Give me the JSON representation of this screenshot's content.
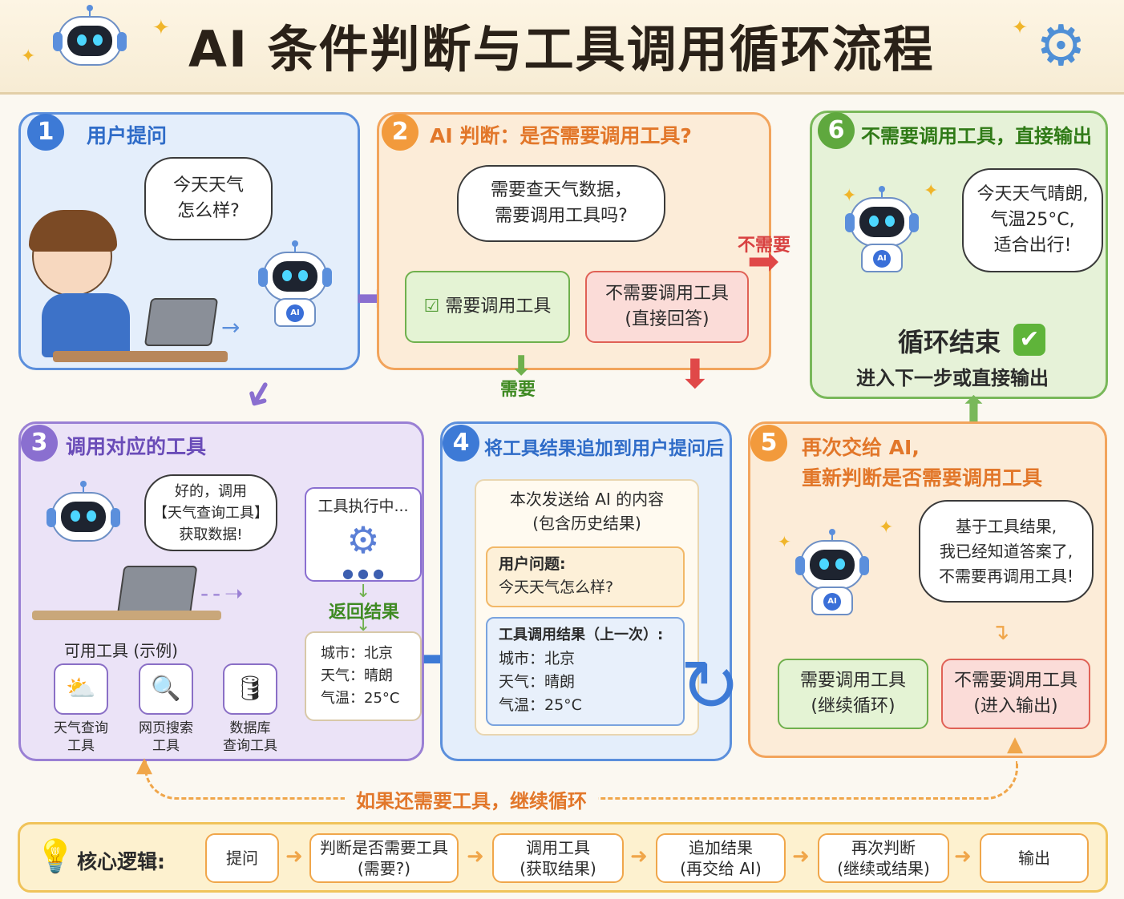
{
  "title": "AI 条件判断与工具调用循环流程",
  "colors": {
    "blue": "#5b8fdc",
    "orange": "#f2a45c",
    "green": "#79b85a",
    "purple": "#9a80d4",
    "red": "#e06156"
  },
  "panel1": {
    "number": "1",
    "title": "用户提问",
    "bubble": [
      "今天天气",
      "怎么样?"
    ],
    "robot_chip": "AI"
  },
  "panel2": {
    "number": "2",
    "title": "AI 判断：是否需要调用工具?",
    "bubble": [
      "需要查天气数据，",
      "需要调用工具吗?"
    ],
    "yes_box": "需要调用工具",
    "no_box": [
      "不需要调用工具",
      "(直接回答)"
    ],
    "yes_label": "需要",
    "no_label": "不需要"
  },
  "panel6": {
    "number": "6",
    "title": "不需要调用工具，直接输出",
    "bubble": [
      "今天天气晴朗,",
      "气温25°C,",
      "适合出行!"
    ],
    "end_title": "循环结束",
    "end_sub": "进入下一步或直接输出",
    "robot_chip": "AI"
  },
  "panel3": {
    "number": "3",
    "title": "调用对应的工具",
    "bubble": [
      "好的，调用",
      "【天气查询工具】",
      "获取数据!"
    ],
    "executing": "工具执行中...",
    "return_label": "返回结果",
    "result": [
      "城市：北京",
      "天气：晴朗",
      "气温：25°C"
    ],
    "tools_title": "可用工具 (示例)",
    "tools": [
      {
        "icon": "weather-icon",
        "glyph": "⛅",
        "name": [
          "天气查询",
          "工具"
        ]
      },
      {
        "icon": "magnifier-icon",
        "glyph": "🔍",
        "name": [
          "网页搜索",
          "工具"
        ]
      },
      {
        "icon": "database-icon",
        "glyph": "🛢",
        "name": [
          "数据库",
          "查询工具"
        ]
      }
    ]
  },
  "panel4": {
    "number": "4",
    "title": "将工具结果追加到用户提问后",
    "content_title": [
      "本次发送给 AI 的内容",
      "(包含历史结果)"
    ],
    "question_label": "用户问题:",
    "question": "今天天气怎么样?",
    "result_label": "工具调用结果（上一次）:",
    "result": [
      "城市：北京",
      "天气：晴朗",
      "气温：25°C"
    ]
  },
  "panel5": {
    "number": "5",
    "title": [
      "再次交给 AI,",
      "重新判断是否需要调用工具"
    ],
    "bubble": [
      "基于工具结果,",
      "我已经知道答案了,",
      "不需要再调用工具!"
    ],
    "yes_box": [
      "需要调用工具",
      "(继续循环)"
    ],
    "no_box": [
      "不需要调用工具",
      "(进入输出)"
    ],
    "robot_chip": "AI"
  },
  "loop_label": "如果还需要工具，继续循环",
  "core": {
    "label": "核心逻辑:",
    "steps": [
      [
        "提问"
      ],
      [
        "判断是否需要工具",
        "(需要?)"
      ],
      [
        "调用工具",
        "(获取结果)"
      ],
      [
        "追加结果",
        "(再交给 AI)"
      ],
      [
        "再次判断",
        "(继续或结果)"
      ],
      [
        "输出"
      ]
    ]
  }
}
